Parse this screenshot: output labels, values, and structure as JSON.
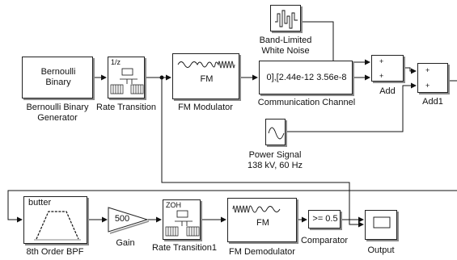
{
  "blocks": {
    "bernoulli": {
      "inner_line1": "Bernoulli",
      "inner_line2": "Binary",
      "label_line1": "Bernoulli Binary",
      "label_line2": "Generator"
    },
    "rate_transition": {
      "inner": "1/z",
      "label": "Rate Transition"
    },
    "fm_modulator": {
      "inner": "FM",
      "label": "FM Modulator"
    },
    "noise": {
      "label_line1": "Band-Limited",
      "label_line2": "White Noise"
    },
    "channel": {
      "inner": "0],[2.44e-12 3.56e-8",
      "label": "Communication Channel"
    },
    "add": {
      "label": "Add",
      "port1": "+",
      "port2": "+"
    },
    "add1": {
      "label": "Add1",
      "port1": "+",
      "port2": "+"
    },
    "power_signal": {
      "label_line1": "Power Signal",
      "label_line2": "138 kV, 60 Hz"
    },
    "bpf": {
      "inner": "butter",
      "label": "8th Order BPF"
    },
    "gain": {
      "inner": "500",
      "label": "Gain"
    },
    "rate_transition1": {
      "inner": "ZOH",
      "label": "Rate Transition1"
    },
    "fm_demodulator": {
      "inner": "FM",
      "label": "FM Demodulator"
    },
    "comparator": {
      "inner": ">= 0.5",
      "label": "Comparator"
    },
    "output": {
      "label": "Output"
    }
  }
}
